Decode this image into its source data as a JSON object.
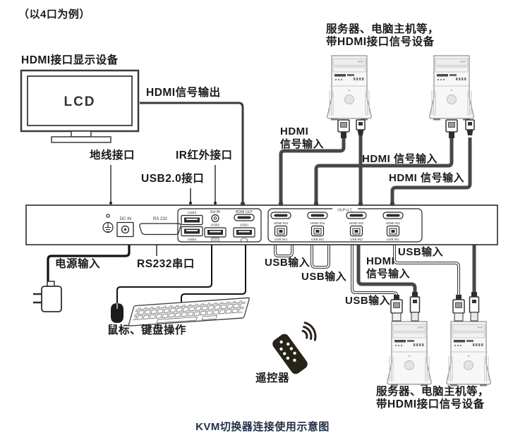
{
  "page": {
    "title": "（以4口为例）",
    "caption": "KVM切换器连接使用示意图",
    "caption_color": "#233047"
  },
  "display": {
    "label": "HDMI接口显示设备",
    "screen": "LCD"
  },
  "cable_labels": {
    "hdmi_out": "HDMI信号输出",
    "hdmi_in_l1": "HDMI",
    "hdmi_in_l2": "信号输入",
    "hdmi_in_single": "HDMI 信号输入",
    "usb_in": "USB输入",
    "power": "电源输入",
    "rs232": "RS232串口",
    "ground": "地线接口",
    "ir": "IR红外接口",
    "usb20": "USB2.0接口"
  },
  "servers": {
    "line1": "服务器、电脑主机等，",
    "line2": "带HDMI接口信号设备"
  },
  "device_ports": {
    "dc_in": "DC IN",
    "rs232": "RS 232",
    "usb3": "USB3",
    "usb4": "USB4",
    "ext_ir": "Ext IR",
    "usb2": "USB2",
    "hdmi_out": "HDMI OUT",
    "usb1": "USB1",
    "input_group": "INPUT",
    "inputs": [
      {
        "hdmi": "HDMI IN4",
        "usb": "USB IN4"
      },
      {
        "hdmi": "HDMI IN3",
        "usb": "USB IN3"
      },
      {
        "hdmi": "HDMI IN2",
        "usb": "USB IN2"
      },
      {
        "hdmi": "HDMI IN1",
        "usb": "USB IN1"
      }
    ]
  },
  "peripherals": {
    "mouse_keyboard": "鼠标、键盘操作",
    "remote": "遥控器"
  },
  "colors": {
    "cable_dark": "#474747",
    "line_black": "#1a1a1a"
  }
}
